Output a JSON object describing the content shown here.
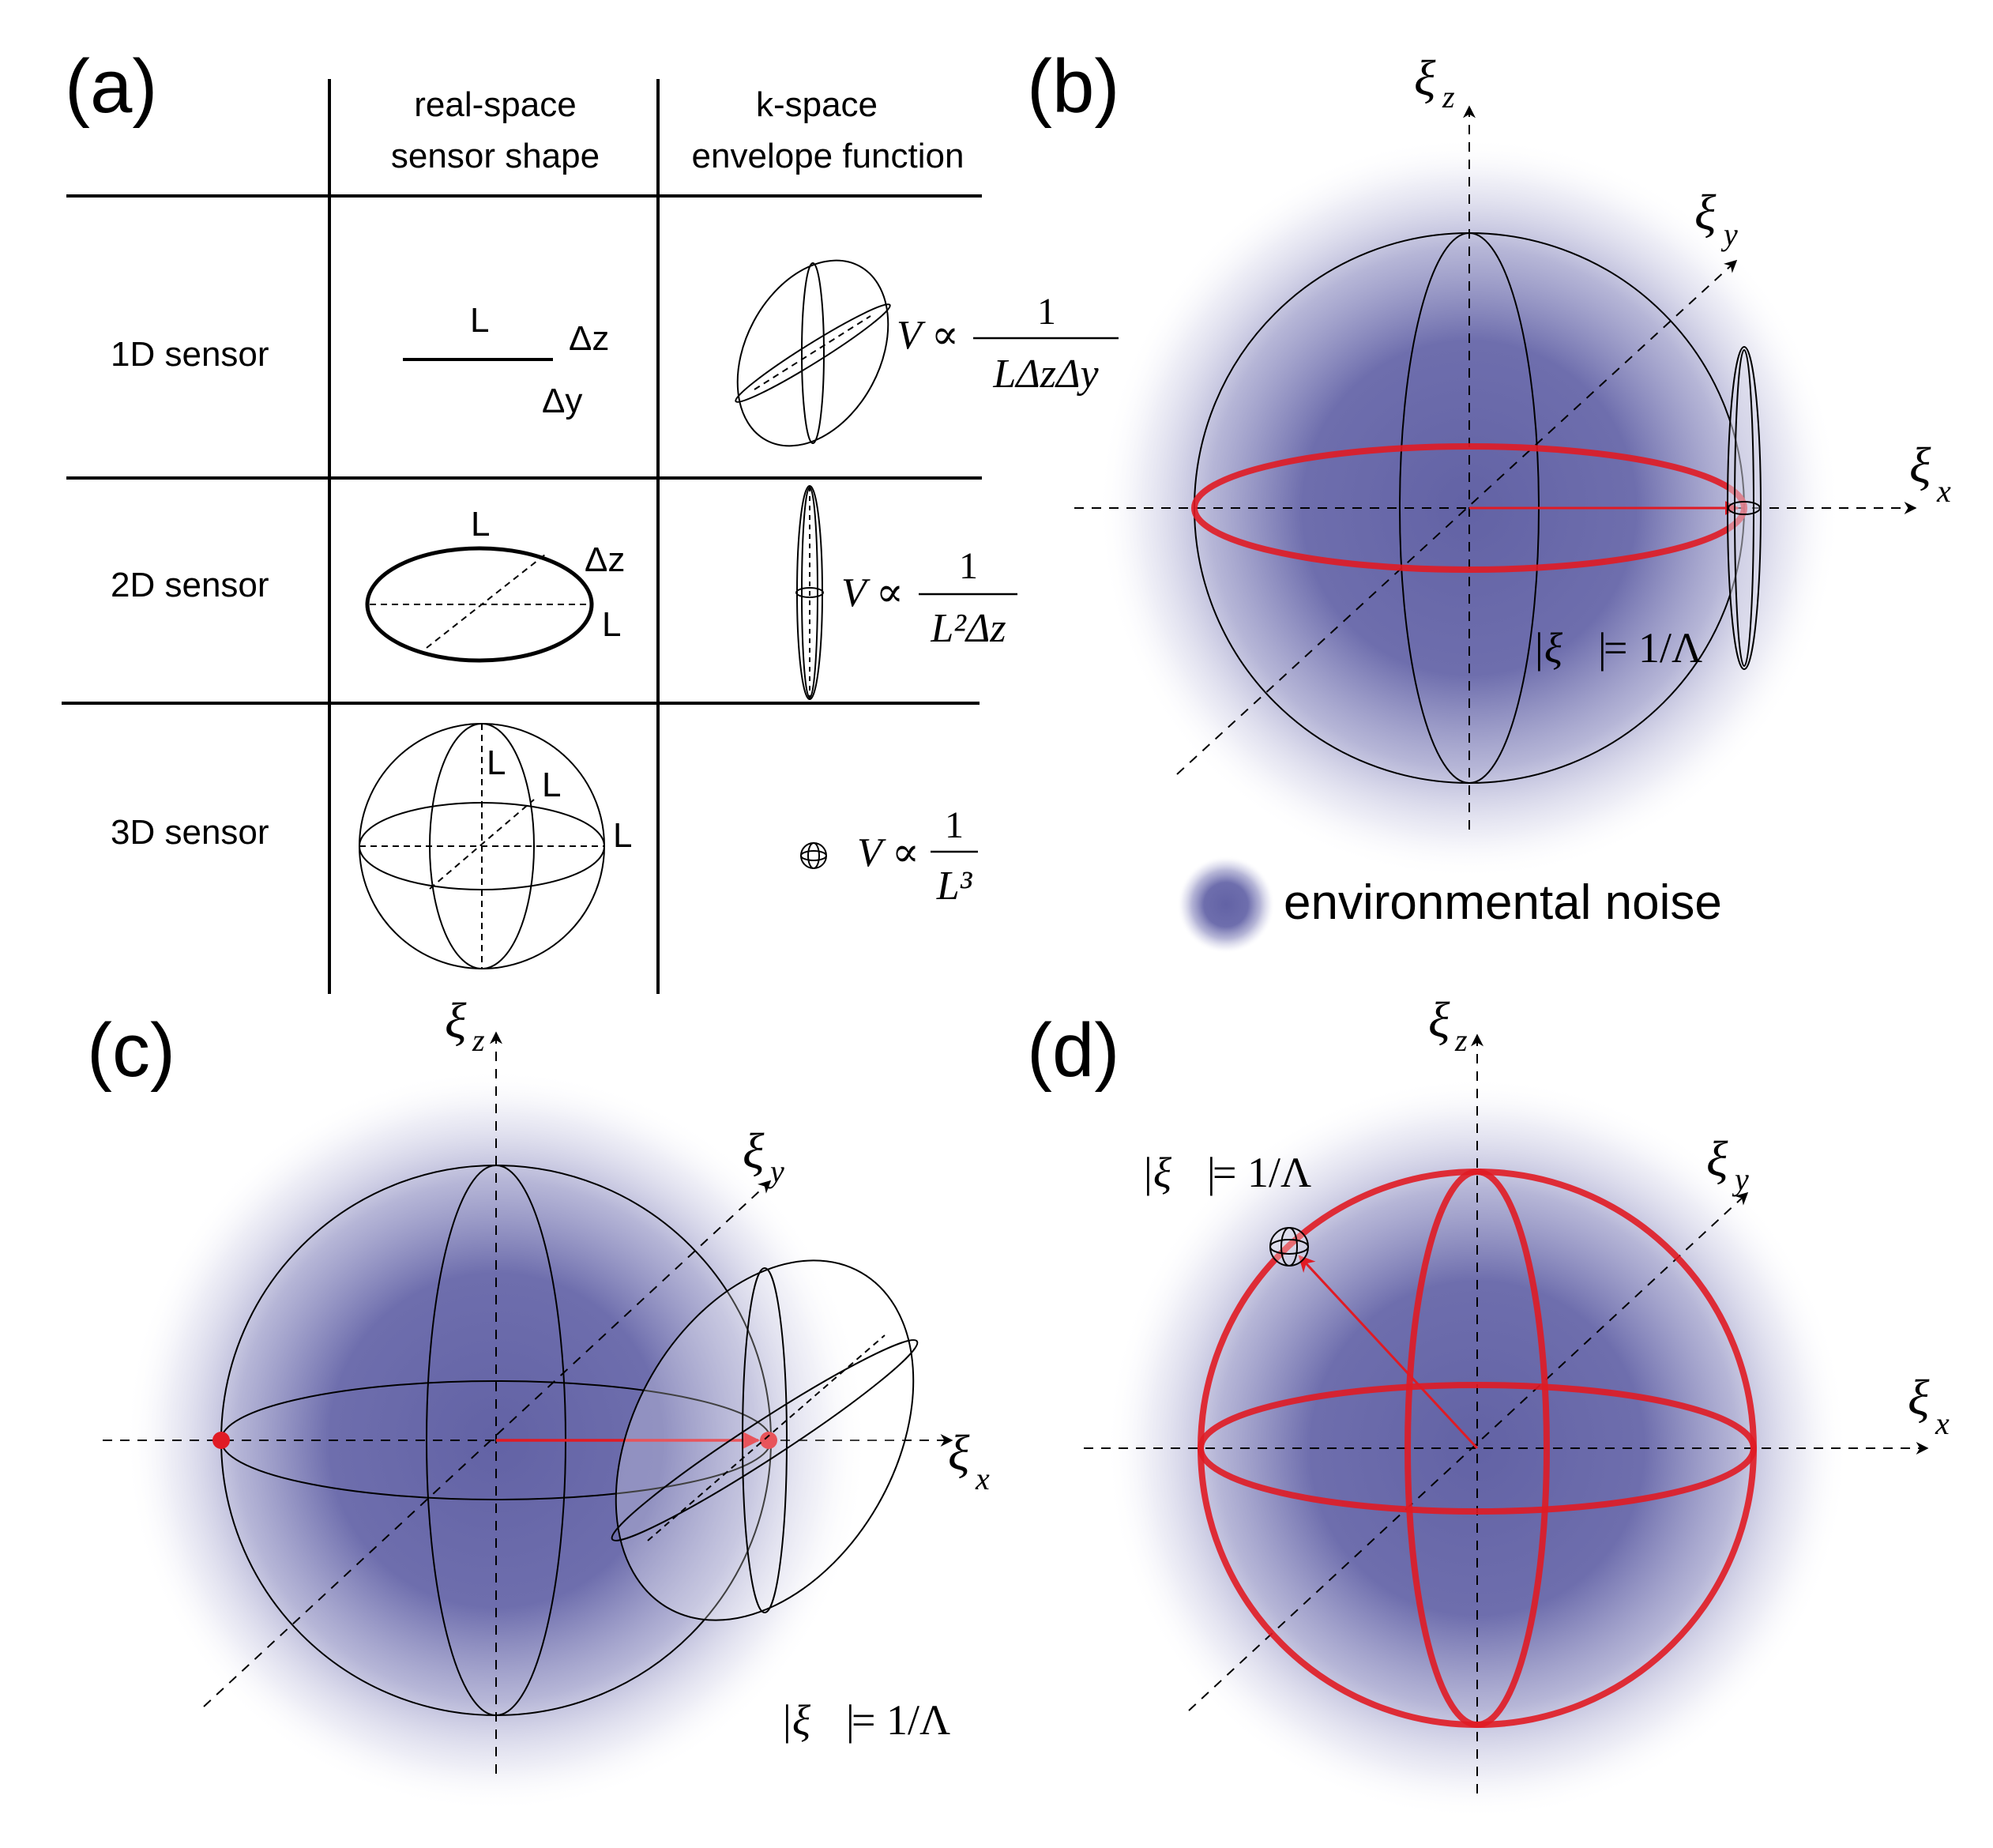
{
  "panels": {
    "a": "(a)",
    "b": "(b)",
    "c": "(c)",
    "d": "(d)"
  },
  "table": {
    "header_realspace": [
      "real-space",
      "sensor shape"
    ],
    "header_kspace": [
      "k-space",
      "envelope function"
    ],
    "rows": [
      {
        "label": "1D sensor",
        "dims": [
          "L",
          "Δz",
          "Δy"
        ],
        "numerator": "1",
        "denominator": "LΔzΔy",
        "lhs": "V ∝"
      },
      {
        "label": "2D sensor",
        "dims": [
          "L",
          "Δz",
          "L"
        ],
        "numerator": "1",
        "denominator": "L²Δz",
        "lhs": "V ∝"
      },
      {
        "label": "3D sensor",
        "dims": [
          "L",
          "L",
          "L"
        ],
        "numerator": "1",
        "denominator": "L³",
        "lhs": "V ∝"
      }
    ]
  },
  "axes": {
    "xi": "ξ",
    "x": "x",
    "y": "y",
    "z": "z"
  },
  "xi_equation": {
    "left": "|ξ⃗|",
    "right": "= 1/Λ"
  },
  "legend": {
    "label": "environmental noise"
  },
  "colors": {
    "noise": "#5a5aa0",
    "highlight": "#e01b24",
    "line": "#000000"
  }
}
